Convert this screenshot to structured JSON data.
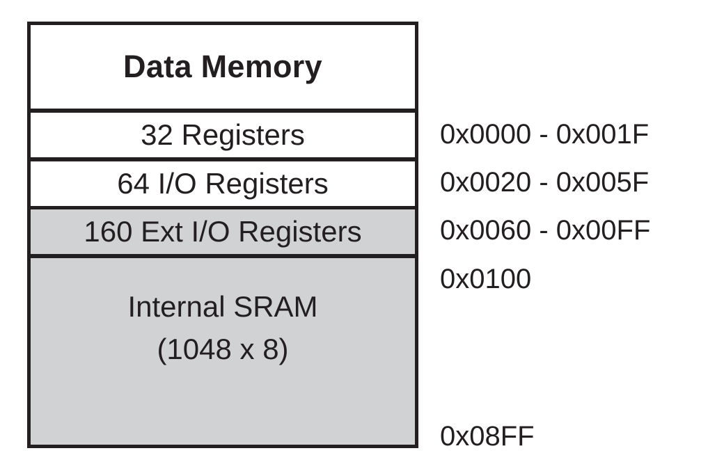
{
  "diagram": {
    "title": "Data Memory",
    "regions": [
      {
        "label": "32 Registers",
        "range": "0x0000 - 0x001F"
      },
      {
        "label": "64 I/O Registers",
        "range": "0x0020 - 0x005F"
      },
      {
        "label": "160 Ext I/O Registers",
        "range": "0x0060 - 0x00FF"
      },
      {
        "label_line1": "Internal SRAM",
        "label_line2": "(1048 x 8)",
        "start": "0x0100",
        "end": "0x08FF"
      }
    ],
    "colors": {
      "border": "#231f20",
      "white_fill": "#ffffff",
      "gray_fill": "#d1d2d4"
    }
  }
}
